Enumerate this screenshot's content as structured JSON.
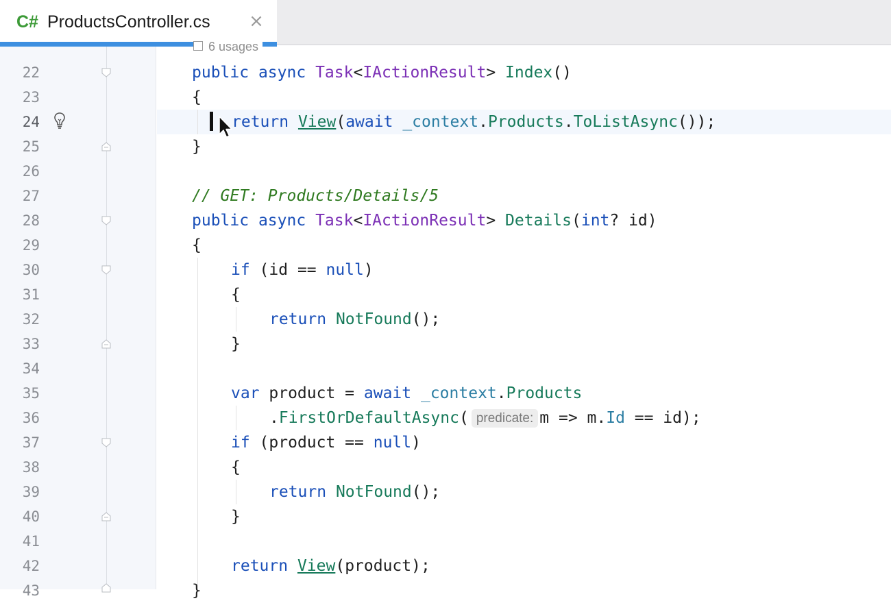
{
  "tab": {
    "lang": "C#",
    "title": "ProductsController.cs",
    "close_icon": "close-icon"
  },
  "usages": "6 usages",
  "line_numbers": [
    "22",
    "23",
    "24",
    "25",
    "26",
    "27",
    "28",
    "29",
    "30",
    "31",
    "32",
    "33",
    "34",
    "35",
    "36",
    "37",
    "38",
    "39",
    "40",
    "41",
    "42",
    "43"
  ],
  "current_line": "24",
  "code": {
    "l22": {
      "kw1": "public",
      "kw2": "async",
      "type1": "Task",
      "lt": "<",
      "type2": "IActionResult",
      "gt": ">",
      "fn": "Index",
      "rest": "()"
    },
    "l23": {
      "text": "{"
    },
    "l24": {
      "kw": "return",
      "link": "View",
      "p1": "(",
      "kw2": "await",
      "field": "_context",
      "dot1": ".",
      "member": "Products",
      "dot2": ".",
      "fn": "ToListAsync",
      "rest": "());"
    },
    "l25": {
      "text": "}"
    },
    "l27": {
      "comment": "// GET: Products/Details/5"
    },
    "l28": {
      "kw1": "public",
      "kw2": "async",
      "type1": "Task",
      "lt": "<",
      "type2": "IActionResult",
      "gt": ">",
      "fn": "Details",
      "p1": "(",
      "kw3": "int",
      "rest": "? id)"
    },
    "l29": {
      "text": "{"
    },
    "l30": {
      "kw": "if",
      "mid": " (id == ",
      "kw2": "null",
      "rest": ")"
    },
    "l31": {
      "text": "{"
    },
    "l32": {
      "kw": "return",
      "fn": "NotFound",
      "rest": "();"
    },
    "l33": {
      "text": "}"
    },
    "l35": {
      "kw": "var",
      "mid": " product = ",
      "kw2": "await",
      "field": "_context",
      "dot": ".",
      "member": "Products"
    },
    "l36": {
      "dot": ".",
      "fn": "FirstOrDefaultAsync",
      "p1": "(",
      "hint": "predicate:",
      "mid": "m => m.",
      "member": "Id",
      "rest": " == id);"
    },
    "l37": {
      "kw": "if",
      "mid": " (product == ",
      "kw2": "null",
      "rest": ")"
    },
    "l38": {
      "text": "{"
    },
    "l39": {
      "kw": "return",
      "fn": "NotFound",
      "rest": "();"
    },
    "l40": {
      "text": "}"
    },
    "l42": {
      "kw": "return",
      "link": "View",
      "rest": "(product);"
    },
    "l43": {
      "text": "}"
    }
  },
  "colors": {
    "keyword": "#1a4fb8",
    "type": "#7b2fb5",
    "function": "#177a5a",
    "comment": "#2f7a20",
    "tab_accent": "#3d8fe0",
    "lang_icon": "#3c9a37"
  },
  "icons": [
    "close-icon",
    "lightbulb-icon",
    "usages-icon",
    "fold-icon",
    "mouse-pointer-icon"
  ]
}
